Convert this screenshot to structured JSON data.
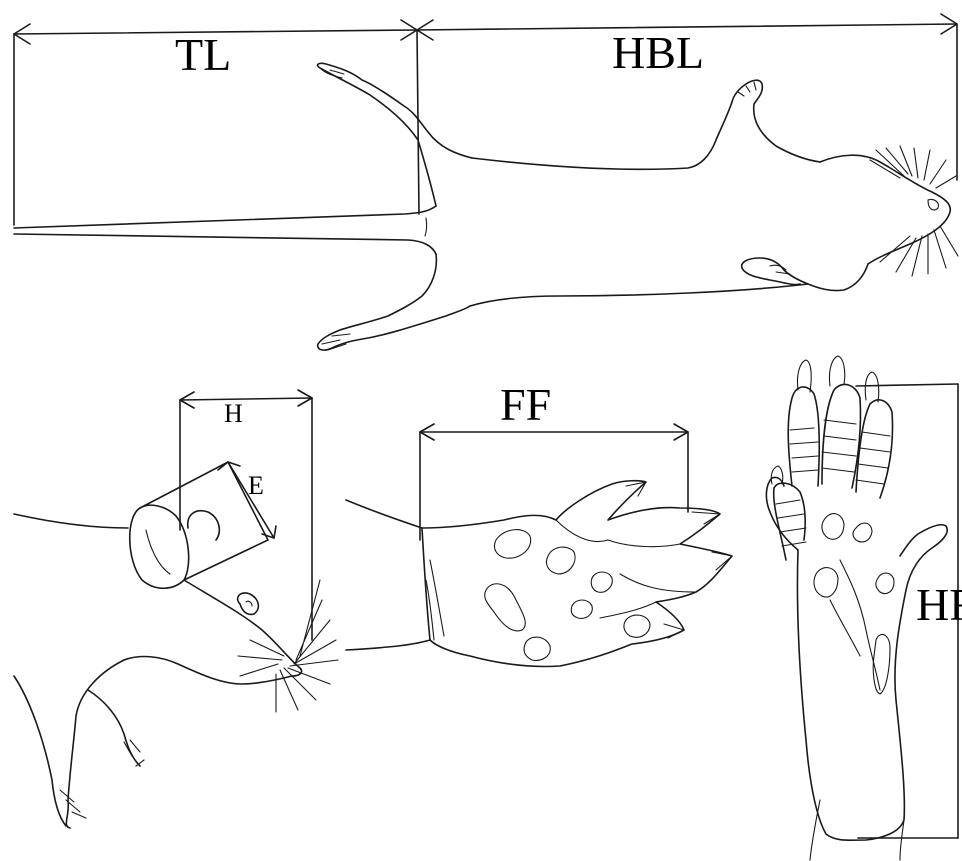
{
  "labels": {
    "tl": "TL",
    "hbl": "HBL",
    "h": "H",
    "e": "E",
    "ff": "FF",
    "hf": "HF"
  }
}
